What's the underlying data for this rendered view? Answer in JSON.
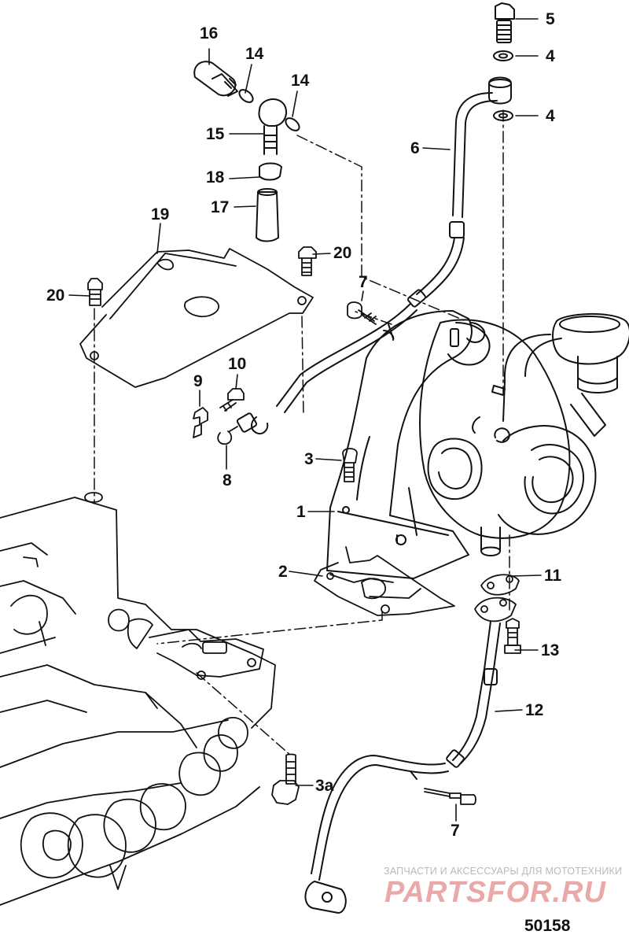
{
  "diagram": {
    "labels": {
      "l1": "1",
      "l2": "2",
      "l3": "3",
      "l3a": "3a",
      "l4a": "4",
      "l4b": "4",
      "l5": "5",
      "l6": "6",
      "l7a": "7",
      "l7b": "7",
      "l8": "8",
      "l9": "9",
      "l10": "10",
      "l11": "11",
      "l12": "12",
      "l13": "13",
      "l14a": "14",
      "l14b": "14",
      "l15": "15",
      "l16": "16",
      "l17": "17",
      "l18": "18",
      "l19": "19",
      "l20a": "20",
      "l20b": "20"
    },
    "figure_number": "50158"
  },
  "watermark": {
    "tagline": "ЗАПЧАСТИ И АКСЕССУАРЫ ДЛЯ МОТОТЕХНИКИ",
    "logo_text": "PARTSFOR.RU"
  }
}
